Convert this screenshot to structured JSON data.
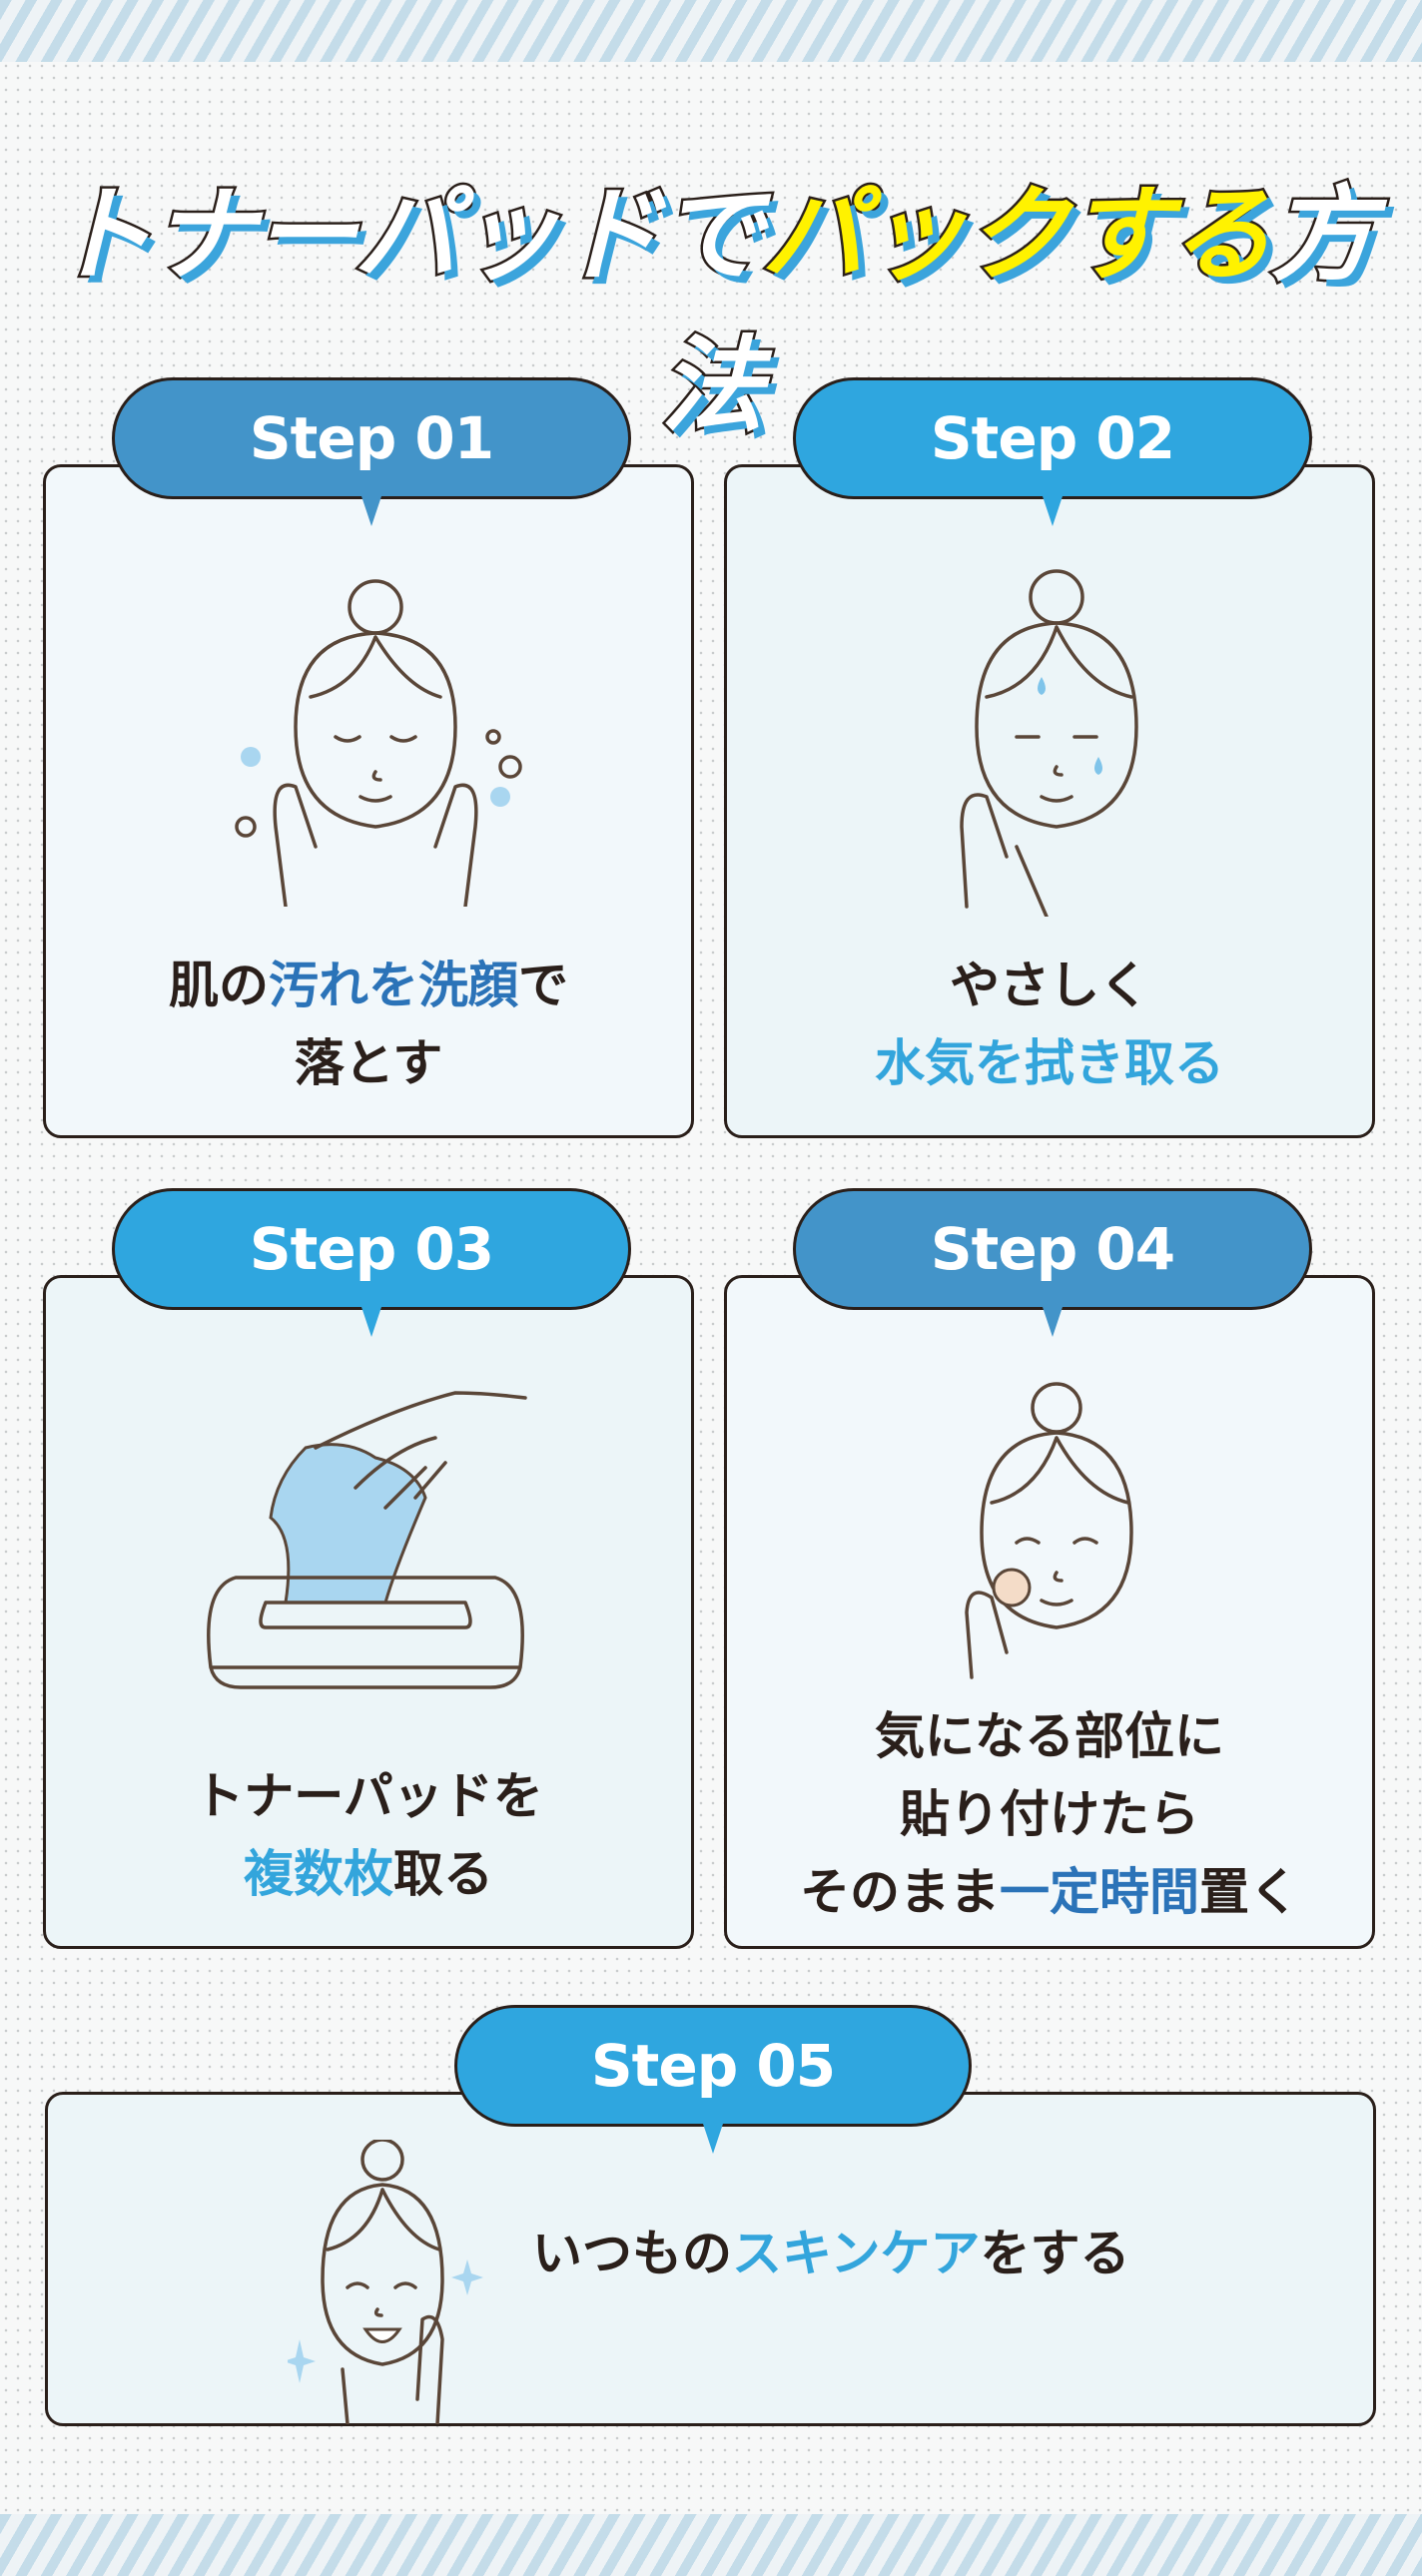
{
  "title": {
    "part1": "トナーパッドで",
    "part2": "パックする",
    "part3": "方法"
  },
  "colors": {
    "pill_dark": "#4394c9",
    "pill_light": "#2fa6df",
    "highlight_dark": "#2b73b8",
    "highlight_light": "#33a5dc",
    "title_yellow": "#fff200"
  },
  "steps": [
    {
      "label": "Step 01",
      "line1_a": "肌の",
      "line1_b": "汚れを洗顔",
      "line1_c": "で",
      "line2": "落とす",
      "icon": "face-washing-icon"
    },
    {
      "label": "Step 02",
      "line1": "やさしく",
      "line2": "水気を拭き取る",
      "icon": "face-towel-icon"
    },
    {
      "label": "Step 03",
      "line1": "トナーパッドを",
      "line2_a": "複数枚",
      "line2_b": "取る",
      "icon": "toner-pad-box-icon"
    },
    {
      "label": "Step 04",
      "line1": "気になる部位に",
      "line2": "貼り付けたら",
      "line3_a": "そのまま",
      "line3_b": "一定時間",
      "line3_c": "置く",
      "icon": "face-pad-icon"
    },
    {
      "label": "Step 05",
      "text_a": "いつもの",
      "text_b": "スキンケア",
      "text_c": "をする",
      "icon": "face-smile-icon"
    }
  ]
}
